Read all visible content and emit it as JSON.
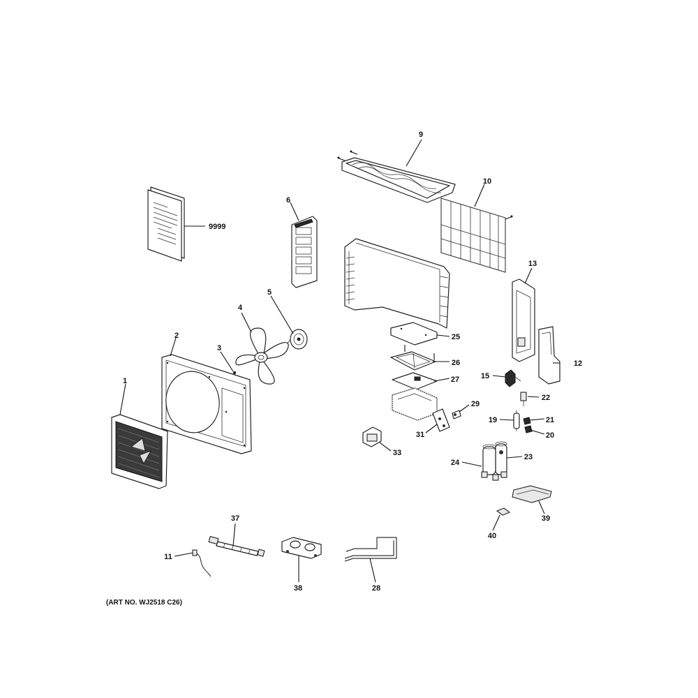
{
  "callouts": {
    "c1": "1",
    "c2": "2",
    "c3": "3",
    "c4": "4",
    "c5": "5",
    "c6": "6",
    "c9": "9",
    "c10": "10",
    "c11": "11",
    "c12": "12",
    "c13": "13",
    "c15": "15",
    "c19": "19",
    "c20": "20",
    "c21": "21",
    "c22": "22",
    "c23": "23",
    "c24": "24",
    "c25": "25",
    "c26": "26",
    "c27": "27",
    "c28": "28",
    "c29": "29",
    "c31": "31",
    "c33": "33",
    "c37": "37",
    "c38": "38",
    "c39": "39",
    "c40": "40",
    "c9999": "9999"
  },
  "art_number": "(ART NO. WJ2518 C26)"
}
